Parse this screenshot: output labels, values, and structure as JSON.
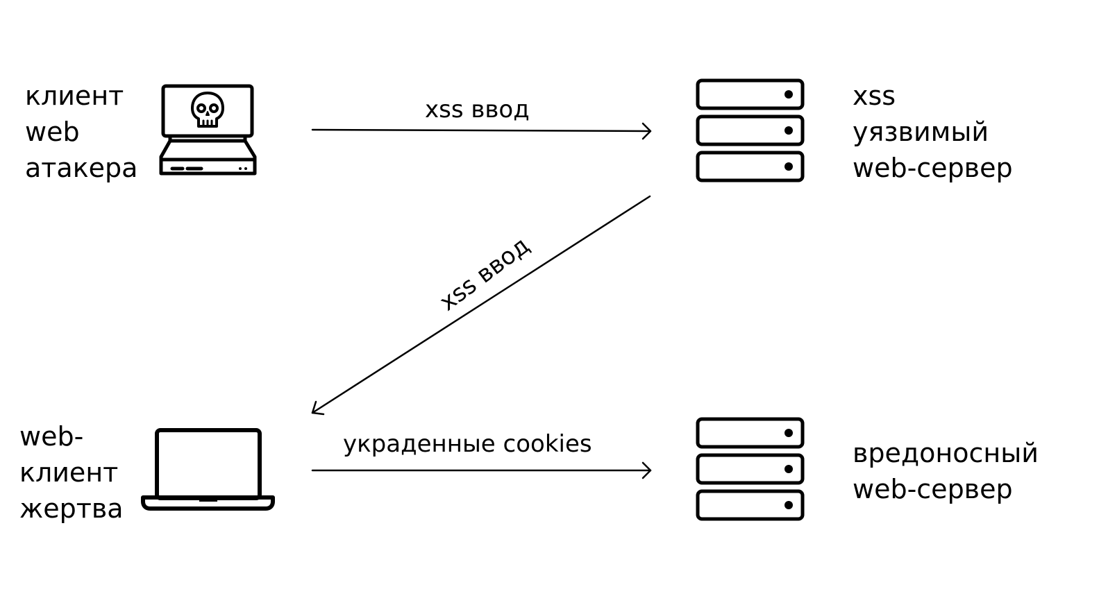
{
  "nodes": {
    "attacker_client": {
      "lines": [
        "клиент",
        "web",
        "атакера"
      ],
      "icon": "skull-laptop-icon"
    },
    "vulnerable_server": {
      "lines": [
        "xss",
        "уязвимый",
        "web-сервер"
      ],
      "icon": "server-icon"
    },
    "victim_client": {
      "lines": [
        "web-",
        "клиент",
        "жертва"
      ],
      "icon": "laptop-icon"
    },
    "malicious_server": {
      "lines": [
        "вредоносный",
        "web-сервер"
      ],
      "icon": "server-icon"
    }
  },
  "edges": [
    {
      "from": "attacker_client",
      "to": "vulnerable_server",
      "label": "xss ввод"
    },
    {
      "from": "vulnerable_server",
      "to": "victim_client",
      "label": "xss ввод"
    },
    {
      "from": "victim_client",
      "to": "malicious_server",
      "label": "украденные cookies"
    }
  ],
  "colors": {
    "stroke": "#000000",
    "background": "#ffffff"
  }
}
